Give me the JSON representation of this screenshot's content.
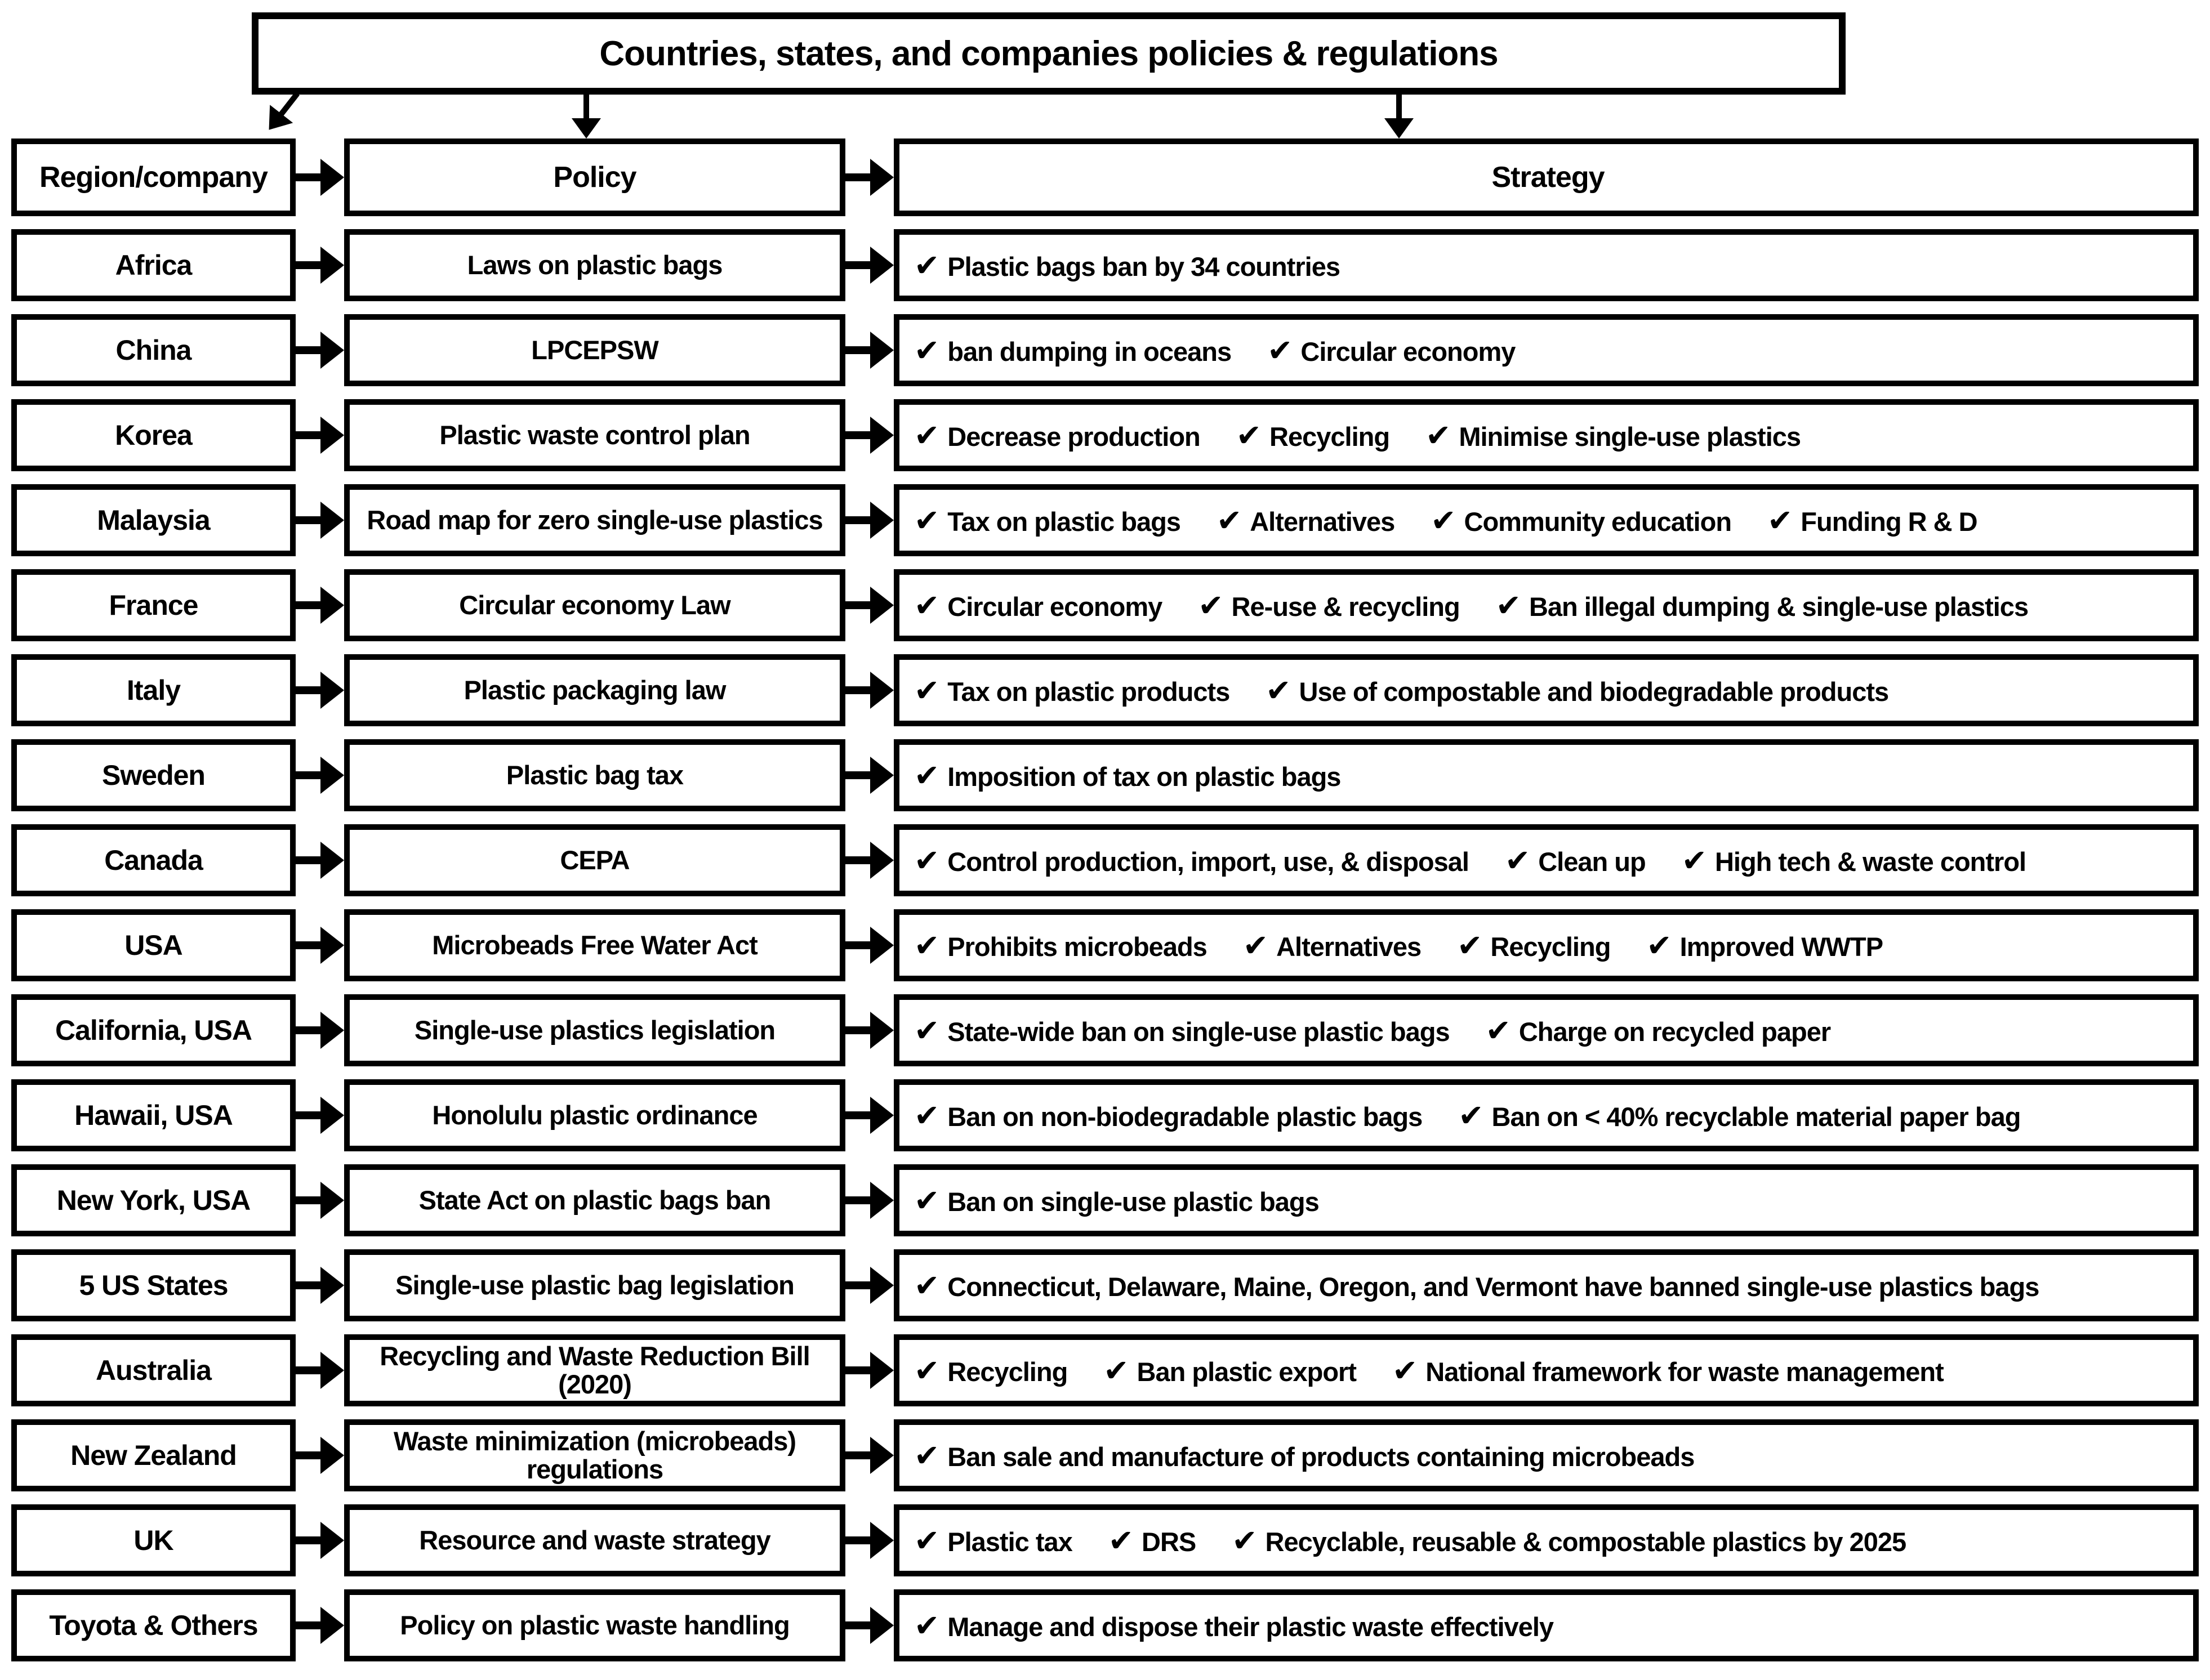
{
  "title": "Countries, states, and companies policies & regulations",
  "check_icon": "✔",
  "colors": {
    "line": "#000000",
    "background": "#ffffff",
    "text": "#000000"
  },
  "columns": {
    "region": "Region/company",
    "policy": "Policy",
    "strategy": "Strategy"
  },
  "rows": [
    {
      "region": "Africa",
      "policy": "Laws on plastic bags",
      "strategies": [
        "Plastic bags ban by 34 countries"
      ]
    },
    {
      "region": "China",
      "policy": "LPCEPSW",
      "strategies": [
        "ban dumping in oceans",
        "Circular economy"
      ]
    },
    {
      "region": "Korea",
      "policy": "Plastic waste control plan",
      "strategies": [
        "Decrease production",
        "Recycling",
        "Minimise single-use plastics"
      ]
    },
    {
      "region": "Malaysia",
      "policy": "Road map for zero single-use plastics",
      "strategies": [
        "Tax on plastic bags",
        "Alternatives",
        "Community education",
        "Funding R & D"
      ]
    },
    {
      "region": "France",
      "policy": "Circular economy Law",
      "strategies": [
        "Circular economy",
        "Re-use & recycling",
        "Ban illegal dumping & single-use plastics"
      ]
    },
    {
      "region": "Italy",
      "policy": "Plastic packaging law",
      "strategies": [
        "Tax on plastic products",
        "Use of compostable and biodegradable products"
      ]
    },
    {
      "region": "Sweden",
      "policy": "Plastic bag tax",
      "strategies": [
        "Imposition of tax on plastic bags"
      ]
    },
    {
      "region": "Canada",
      "policy": "CEPA",
      "strategies": [
        "Control production, import, use, & disposal",
        "Clean up",
        "High tech & waste control"
      ]
    },
    {
      "region": "USA",
      "policy": "Microbeads Free Water Act",
      "strategies": [
        "Prohibits microbeads",
        "Alternatives",
        "Recycling",
        "Improved WWTP"
      ]
    },
    {
      "region": "California, USA",
      "policy": "Single-use plastics legislation",
      "strategies": [
        "State-wide ban on single-use plastic bags",
        "Charge on recycled paper"
      ]
    },
    {
      "region": "Hawaii, USA",
      "policy": "Honolulu plastic ordinance",
      "strategies": [
        "Ban on non-biodegradable plastic bags",
        "Ban on < 40% recyclable material paper bag"
      ]
    },
    {
      "region": "New York, USA",
      "policy": "State Act on plastic bags ban",
      "strategies": [
        "Ban on single-use plastic bags"
      ]
    },
    {
      "region": "5 US States",
      "policy": "Single-use plastic bag legislation",
      "strategies": [
        "Connecticut, Delaware, Maine, Oregon, and Vermont have banned single-use plastics bags"
      ]
    },
    {
      "region": "Australia",
      "policy": "Recycling and Waste Reduction Bill (2020)",
      "strategies": [
        "Recycling",
        "Ban plastic export",
        "National framework for waste management"
      ]
    },
    {
      "region": "New Zealand",
      "policy": "Waste minimization (microbeads) regulations",
      "strategies": [
        "Ban sale and manufacture of products containing microbeads"
      ]
    },
    {
      "region": "UK",
      "policy": "Resource and waste strategy",
      "strategies": [
        "Plastic tax",
        "DRS",
        "Recyclable, reusable & compostable plastics by 2025"
      ]
    },
    {
      "region": "Toyota & Others",
      "policy": "Policy on plastic waste handling",
      "strategies": [
        "Manage and dispose their plastic waste effectively"
      ]
    }
  ]
}
